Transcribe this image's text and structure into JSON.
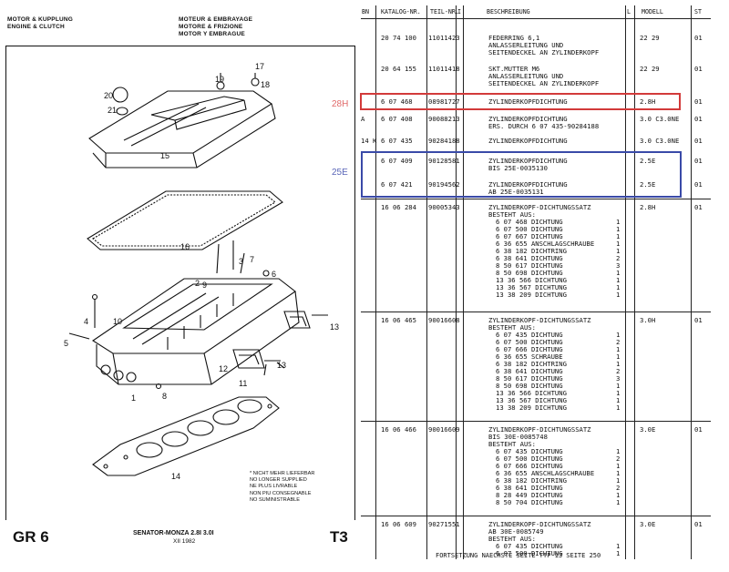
{
  "header_left": [
    "MOTOR & KUPPLUNG",
    "ENGINE & CLUTCH"
  ],
  "header_mid": [
    "MOTEUR & EMBRAYAGE",
    "MOTORE & FRIZIONE",
    "MOTOR Y EMBRAGUE"
  ],
  "diagram_labels": [
    "20",
    "21",
    "19",
    "17",
    "18",
    "15",
    "16",
    "3",
    "7",
    "6",
    "2",
    "9",
    "4",
    "10",
    "5",
    "13",
    "12",
    "11",
    "1",
    "8",
    "13",
    "14"
  ],
  "legend": [
    "* NICHT MEHR LIEFERBAR",
    "NO LONGER SUPPLIED",
    "NE PLUS LIVRABLE",
    "NON PIU CONSEGNABLE",
    "NO SUMINISTRABLE"
  ],
  "footer": {
    "group": "GR 6",
    "title": "SENATOR-MONZA 2.8I 3.0I",
    "date": "XII 1982",
    "code": "T3"
  },
  "annotations": {
    "red": "28H",
    "blue": "25E"
  },
  "table_headers": {
    "bn": "BN",
    "katalog": "KATALOG-NR.",
    "teil": "TEIL-NR.",
    "i": "I",
    "beschreibung": "BESCHREIBUNG",
    "l": "L",
    "modell": "MODELL",
    "st": "ST"
  },
  "rows": [
    {
      "bn": "",
      "katalog": "20 74 100",
      "teil": "11011423",
      "desc": [
        "FEDERRING 6,1",
        "ANLASSERLEITUNG UND",
        "SEITENDECKEL AN ZYLINDERKOPF"
      ],
      "modell": "22 29",
      "st": "01"
    },
    {
      "bn": "",
      "katalog": "20 64 155",
      "teil": "11011418",
      "desc": [
        "SKT.MUTTER M6",
        "ANLASSERLEITUNG UND",
        "SEITENDECKEL AN ZYLINDERKOPF"
      ],
      "modell": "22 29",
      "st": "01"
    },
    {
      "bn": "",
      "katalog": "6 07 468",
      "teil": "08981727",
      "desc": [
        "ZYLINDERKOPFDICHTUNG"
      ],
      "modell": "2.8H",
      "st": "01"
    },
    {
      "bn": "A",
      "katalog": "6 07 408",
      "teil": "90088213",
      "desc": [
        "ZYLINDERKOPFDICHTUNG",
        "ERS. DURCH 6 07 435-90284188"
      ],
      "modell": "3.0 C3.0NE",
      "st": "01"
    },
    {
      "bn": "14 K",
      "katalog": "6 07 435",
      "teil": "90284188",
      "desc": [
        "ZYLINDERKOPFDICHTUNG"
      ],
      "modell": "3.0 C3.0NE",
      "st": "01"
    },
    {
      "bn": "",
      "katalog": "6 07 409",
      "teil": "90128581",
      "desc": [
        "ZYLINDERKOPFDICHTUNG",
        "BIS 25E-0035130"
      ],
      "modell": "2.5E",
      "st": "01"
    },
    {
      "bn": "",
      "katalog": "6 07 421",
      "teil": "90194562",
      "desc": [
        "ZYLINDERKOPFDICHTUNG",
        "AB 25E-0035131"
      ],
      "modell": "2.5E",
      "st": "01"
    }
  ],
  "sets": [
    {
      "katalog": "16 06 284",
      "teil": "90005343",
      "title": [
        "ZYLINDERKOPF-DICHTUNGSSATZ",
        "BESTEHT AUS:"
      ],
      "modell": "2.8H",
      "st": "01",
      "items": [
        {
          "t": "6 07 468 DICHTUNG",
          "q": "1"
        },
        {
          "t": "6 07 500 DICHTUNG",
          "q": "1"
        },
        {
          "t": "6 07 667 DICHTUNG",
          "q": "1"
        },
        {
          "t": "6 36 655 ANSCHLAGSCHRAUBE",
          "q": "1"
        },
        {
          "t": "6 38 182 DICHTRING",
          "q": "1"
        },
        {
          "t": "6 38 641 DICHTUNG",
          "q": "2"
        },
        {
          "t": "8 50 617 DICHTUNG",
          "q": "3"
        },
        {
          "t": "8 50 698 DICHTUNG",
          "q": "1"
        },
        {
          "t": "13 36 566 DICHTUNG",
          "q": "1"
        },
        {
          "t": "13 36 567 DICHTUNG",
          "q": "1"
        },
        {
          "t": "13 38 209 DICHTUNG",
          "q": "1"
        }
      ]
    },
    {
      "katalog": "16 06 465",
      "teil": "90016608",
      "title": [
        "ZYLINDERKOPF-DICHTUNGSSATZ",
        "BESTEHT AUS:"
      ],
      "modell": "3.0H",
      "st": "01",
      "items": [
        {
          "t": "6 07 435 DICHTUNG",
          "q": "1"
        },
        {
          "t": "6 07 500 DICHTUNG",
          "q": "2"
        },
        {
          "t": "6 07 666 DICHTUNG",
          "q": "1"
        },
        {
          "t": "6 36 655 SCHRAUBE",
          "q": "1"
        },
        {
          "t": "6 38 182 DICHTRING",
          "q": "1"
        },
        {
          "t": "6 38 641 DICHTUNG",
          "q": "2"
        },
        {
          "t": "8 50 617 DICHTUNG",
          "q": "3"
        },
        {
          "t": "8 50 698 DICHTUNG",
          "q": "1"
        },
        {
          "t": "13 36 566 DICHTUNG",
          "q": "1"
        },
        {
          "t": "13 36 567 DICHTUNG",
          "q": "1"
        },
        {
          "t": "13 38 209 DICHTUNG",
          "q": "1"
        }
      ]
    },
    {
      "katalog": "16 06 466",
      "teil": "90016609",
      "title": [
        "ZYLINDERKOPF-DICHTUNGSSATZ",
        "BIS 30E-0085748",
        "BESTEHT AUS:"
      ],
      "modell": "3.0E",
      "st": "01",
      "items": [
        {
          "t": "6 07 435 DICHTUNG",
          "q": "1"
        },
        {
          "t": "6 07 500 DICHTUNG",
          "q": "2"
        },
        {
          "t": "6 07 666 DICHTUNG",
          "q": "1"
        },
        {
          "t": "6 36 655 ANSCHLAGSCHRAUBE",
          "q": "1"
        },
        {
          "t": "6 38 182 DICHTRING",
          "q": "1"
        },
        {
          "t": "6 38 641 DICHTUNG",
          "q": "2"
        },
        {
          "t": "8 28 449 DICHTUNG",
          "q": "1"
        },
        {
          "t": "8 50 704 DICHTUNG",
          "q": "1"
        }
      ]
    },
    {
      "katalog": "16 06 609",
      "teil": "90271551",
      "title": [
        "ZYLINDERKOPF-DICHTUNGSSATZ",
        "AB 30E-0085749",
        "BESTEHT AUS:"
      ],
      "modell": "3.0E",
      "st": "01",
      "items": [
        {
          "t": "6 07 435 DICHTUNG",
          "q": "1"
        },
        {
          "t": "6 07 500 DICHTUNG",
          "q": "1"
        }
      ]
    }
  ],
  "footer_note": "FORTSETZUNG NAECHSTE SEITE     TYP 13 SEITE  250"
}
